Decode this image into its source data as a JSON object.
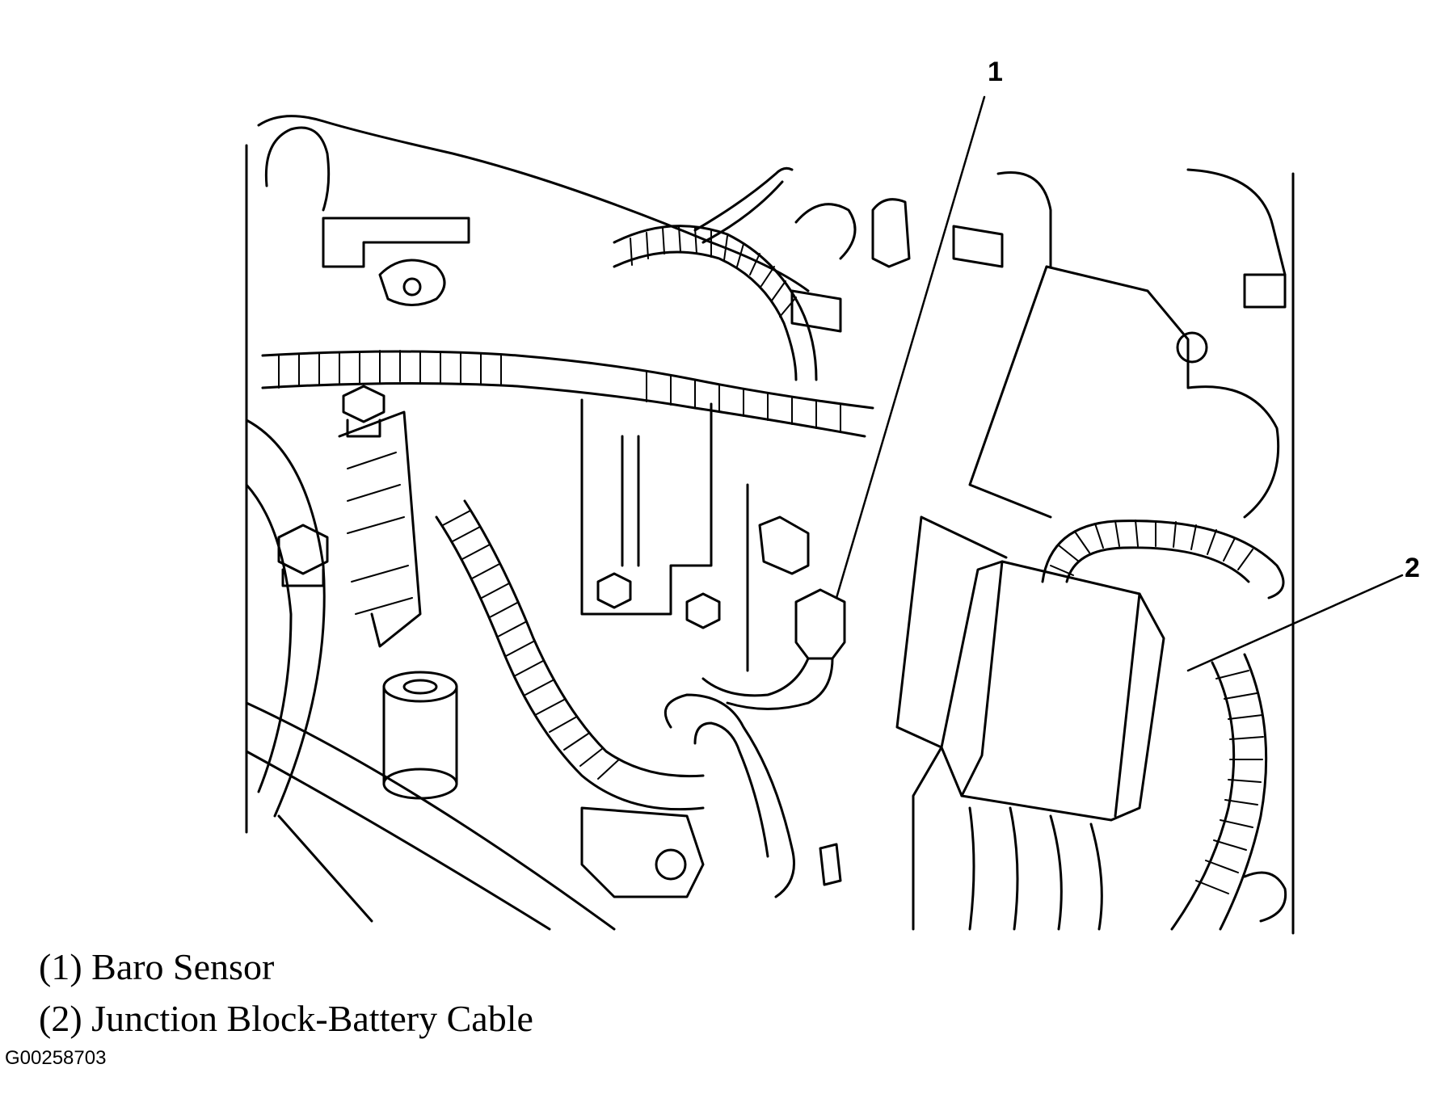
{
  "callouts": [
    {
      "number": "1"
    },
    {
      "number": "2"
    }
  ],
  "legend": [
    "(1) Baro Sensor",
    "(2) Junction Block-Battery Cable"
  ],
  "figure_id": "G00258703",
  "colors": {
    "ink": "#000000",
    "paper": "#ffffff"
  }
}
